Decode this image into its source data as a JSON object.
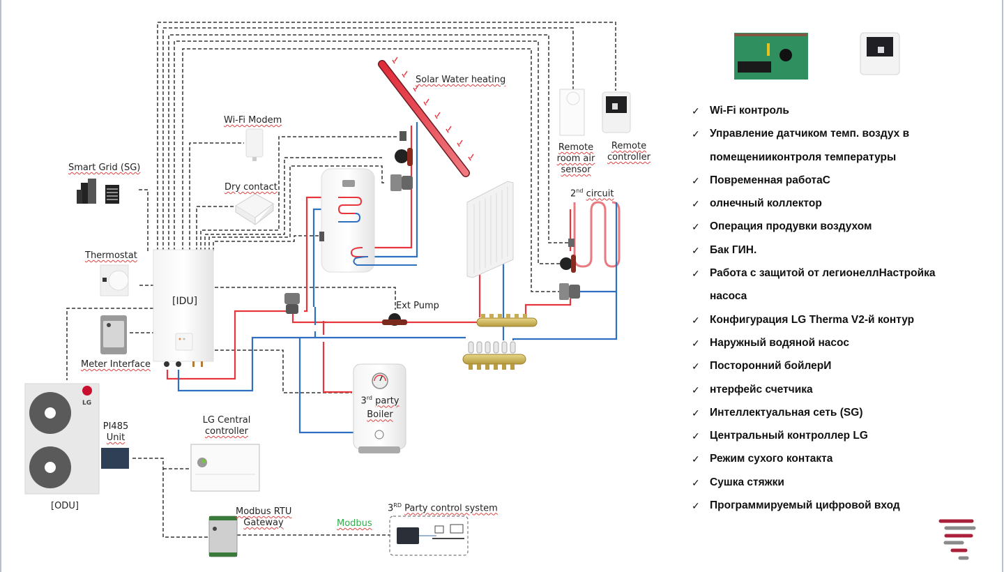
{
  "labels": {
    "solar": "Solar Water heating",
    "wifi_modem": "Wi-Fi Modem",
    "smart_grid": "Smart Grid (SG)",
    "dry_contact": "Dry contact",
    "thermostat": "Thermostat",
    "idu": "[IDU]",
    "meter_interface": "Meter Interface",
    "odu": "[ODU]",
    "pi485_line1": "PI485",
    "pi485_line2": "Unit",
    "lg_central_line1": "LG Central",
    "lg_central_line2": "controller",
    "modbus_rtu_line1": "Modbus RTU",
    "modbus_rtu_line2": "Gateway",
    "modbus": "Modbus",
    "third_party_control_prefix": "3",
    "third_party_control_sup": "RD",
    "third_party_control_text": "Party control system",
    "boiler_prefix": "3",
    "boiler_sup": "rd",
    "boiler_line1_text": "party",
    "boiler_line2": "Boiler",
    "ext_pump": "Ext Pump",
    "second_circuit_prefix": "2",
    "second_circuit_sup": "nd",
    "second_circuit_text": "circuit",
    "remote_sensor_line1": "Remote",
    "remote_sensor_line2": "room air",
    "remote_sensor_line3": "sensor",
    "remote_controller_line1": "Remote",
    "remote_controller_line2": "controller",
    "odu_brand": "LG"
  },
  "features": {
    "check": "✓",
    "items": [
      {
        "text": "Wi-Fi контроль"
      },
      {
        "text": "Управление датчиком темп. воздух в",
        "cont": "помещенииконтроля температуры"
      },
      {
        "text": "Повременная работаС"
      },
      {
        "text": "олнечный коллектор"
      },
      {
        "text": "Операция продувки воздухом"
      },
      {
        "text": "Бак ГИН."
      },
      {
        "text": "Работа с защитой от легионеллНастройка",
        "cont": "насоса"
      },
      {
        "text": "Конфигурация LG Therma V2-й контур"
      },
      {
        "text": "Наружный водяной насос"
      },
      {
        "text": "Посторонний бойлерИ"
      },
      {
        "text": "нтерфейс счетчика"
      },
      {
        "text": "Интеллектуальная сеть (SG)"
      },
      {
        "text": "Центральный контроллер LG"
      },
      {
        "text": "Режим сухого контакта"
      },
      {
        "text": "Сушка стяжки"
      },
      {
        "text": "Программируемый цифровой вход"
      }
    ]
  },
  "colors": {
    "hot_pipe": "#e8343c",
    "cold_pipe": "#2e6fc0",
    "wire": "#333333",
    "logo_red": "#a8203a",
    "logo_gray": "#8a8a8a",
    "modbus": "#2fae4a"
  }
}
